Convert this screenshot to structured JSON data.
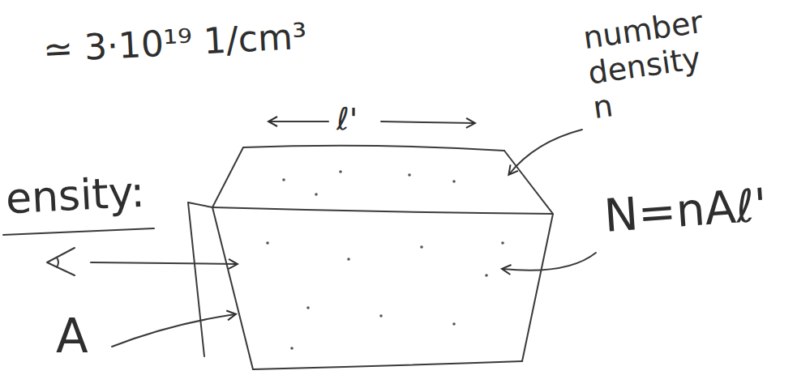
{
  "diagram": {
    "labels": [
      "≃ 3·10¹⁹ 1/cm³",
      "ℓ'",
      "number density n",
      "N=nAℓ'",
      "ensity:",
      "A"
    ]
  }
}
